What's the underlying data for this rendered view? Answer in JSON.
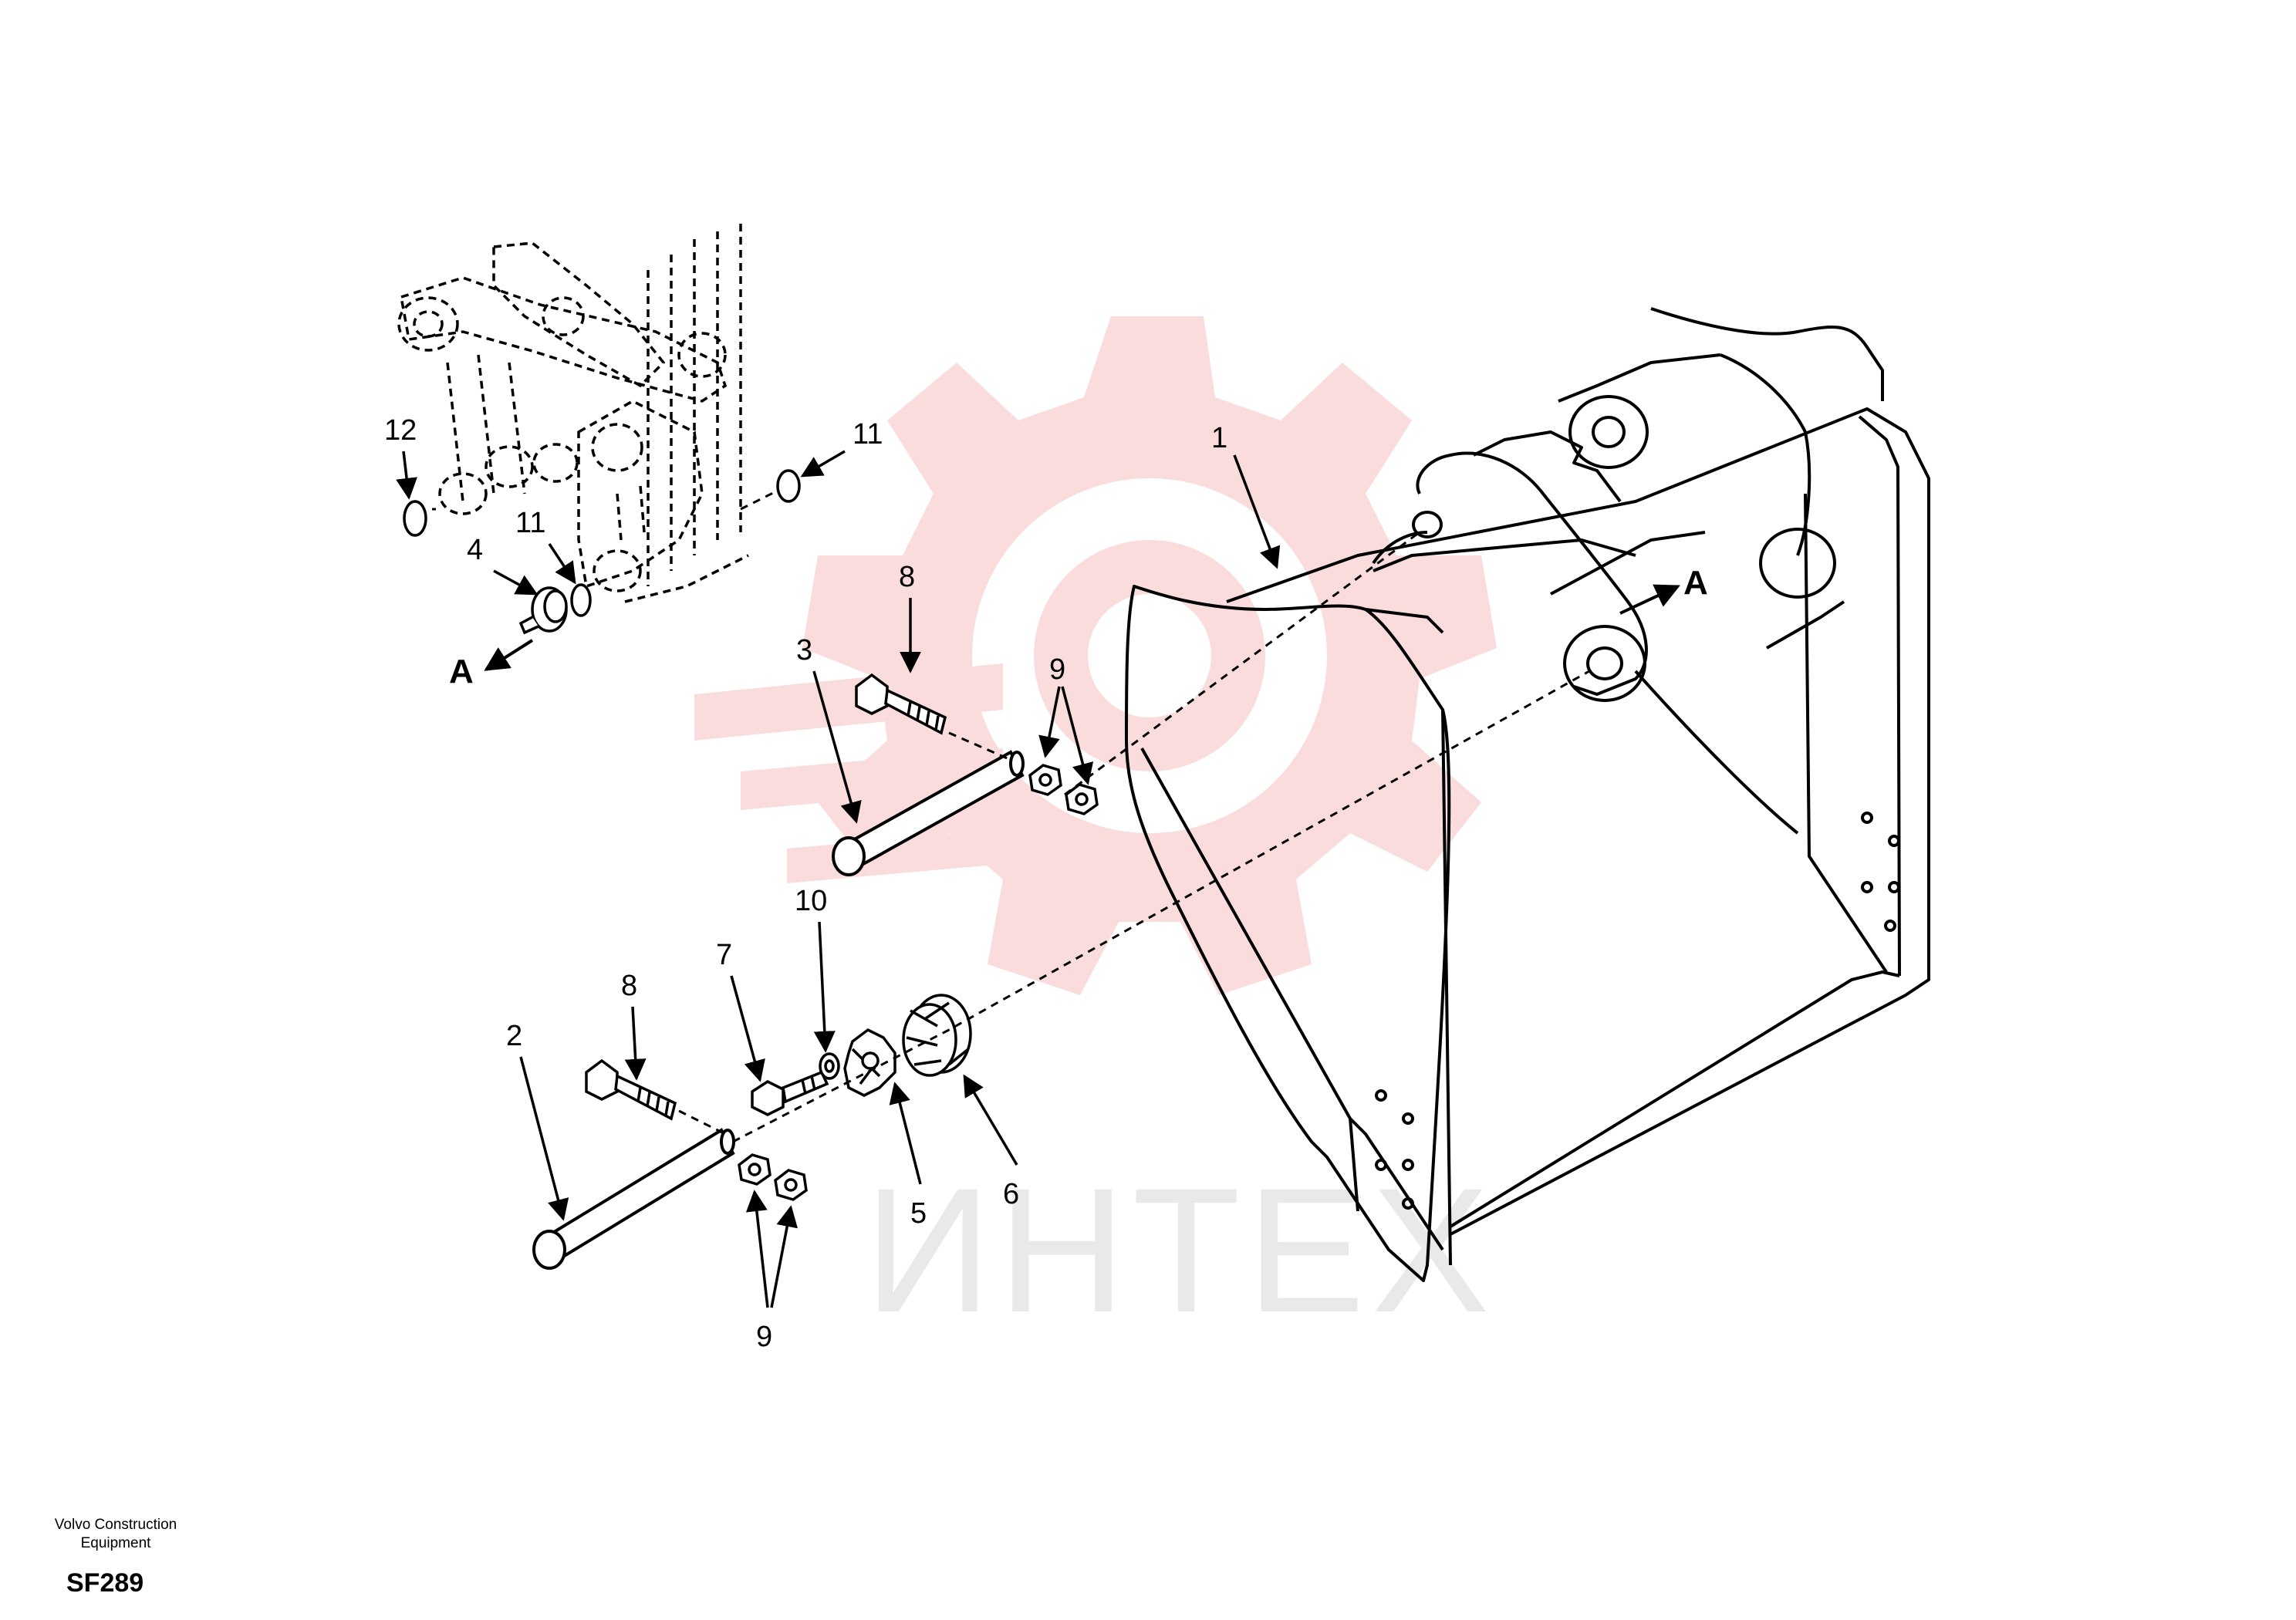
{
  "watermark": {
    "text": "ИНТЕХ",
    "color": "#e9e9e9",
    "logo_color": "#fbdcdc",
    "logo_icon": "gear-logo-icon"
  },
  "callouts": {
    "c1": "1",
    "c2": "2",
    "c3": "3",
    "c4": "4",
    "c5": "5",
    "c6": "6",
    "c7": "7",
    "c8_upper": "8",
    "c8_lower": "8",
    "c9_upper": "9",
    "c9_lower": "9",
    "c10": "10",
    "c11_right": "11",
    "c11_left": "11",
    "c12": "12"
  },
  "section_markers": {
    "left": "A",
    "right": "A"
  },
  "footer": {
    "manufacturer_line1": "Volvo Construction",
    "manufacturer_line2": "Equipment",
    "sheet_code": "SF289"
  }
}
